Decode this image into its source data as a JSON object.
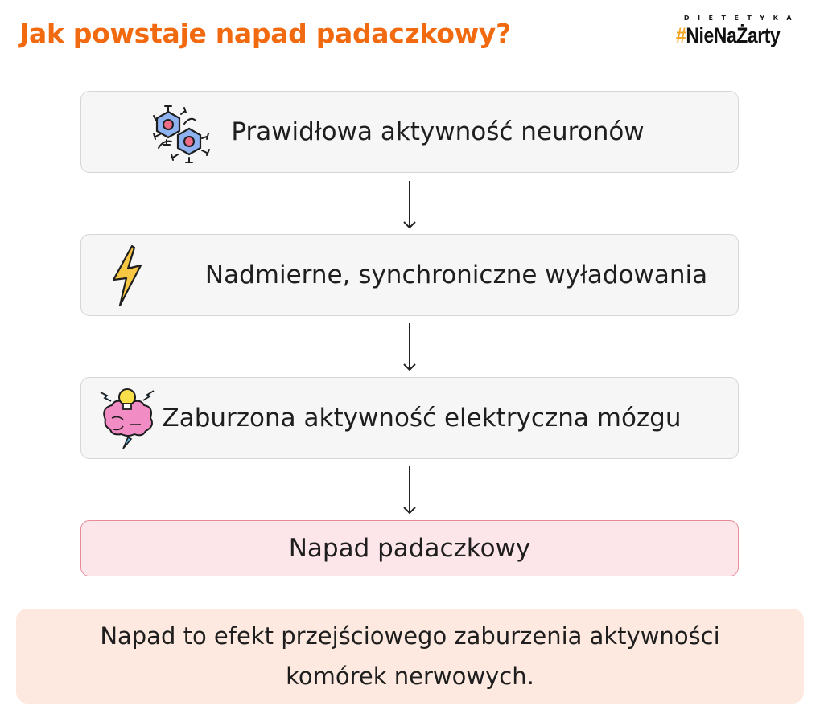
{
  "header": {
    "title": "Jak powstaje napad padaczkowy?",
    "title_color": "#f26a10"
  },
  "brand": {
    "tagline": "DIETETYKA",
    "hash": "#",
    "name": "NieNaŻarty",
    "hash_color": "#f5a623"
  },
  "flow": {
    "steps": [
      {
        "label": "Prawidłowa aktywność neuronów",
        "icon": "neurons-icon"
      },
      {
        "label": "Nadmierne, synchroniczne wyładowania",
        "icon": "lightning-icon"
      },
      {
        "label": "Zaburzona aktywność elektryczna mózgu",
        "icon": "brain-bulb-icon"
      },
      {
        "label": "Napad padaczkowy",
        "icon": null
      }
    ],
    "connector": "arrow-down"
  },
  "note": {
    "line1": "Napad to efekt przejściowego zaburzenia aktywności",
    "line2": "komórek nerwowych."
  }
}
